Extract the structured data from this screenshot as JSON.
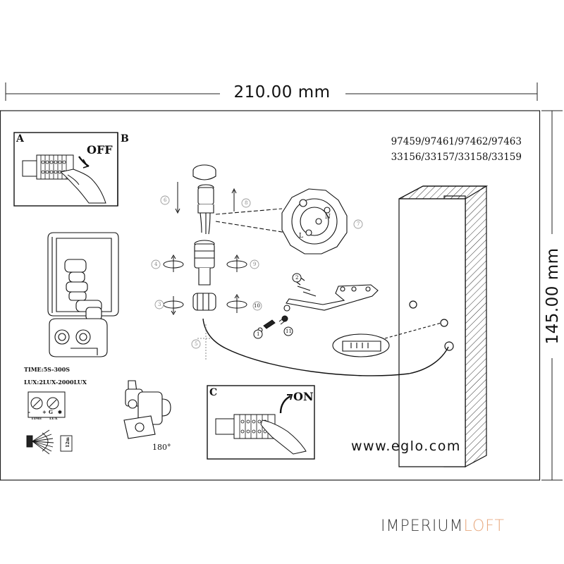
{
  "dimensions": {
    "width_label": "210.00 mm",
    "height_label": "145.00 mm"
  },
  "model_codes": {
    "line1": "97459/97461/97462/97463",
    "line2": "33156/33157/33158/33159"
  },
  "panels": {
    "a": {
      "letter": "A",
      "label": "OFF"
    },
    "b": {
      "letter": "B"
    },
    "c": {
      "letter": "C",
      "label": "ON"
    }
  },
  "sensor_specs": {
    "time": "TIME:5S-300S",
    "lux": "LUX:2LUX-2000LUX",
    "angle": "180°"
  },
  "dial_labels": {
    "minus": "-",
    "plus": "+",
    "g": "G",
    "star": "✱",
    "time": "TIME",
    "lux": "LUX"
  },
  "range_label": "12m",
  "terminal_labels": {
    "n": "N",
    "l": "L"
  },
  "step_numbers": [
    "1",
    "2",
    "3",
    "4",
    "5",
    "6",
    "7",
    "8",
    "9",
    "10",
    "11"
  ],
  "website": "www.eglo.com",
  "watermark": {
    "part1": "IMPERIUM",
    "part2": "LOFT"
  }
}
